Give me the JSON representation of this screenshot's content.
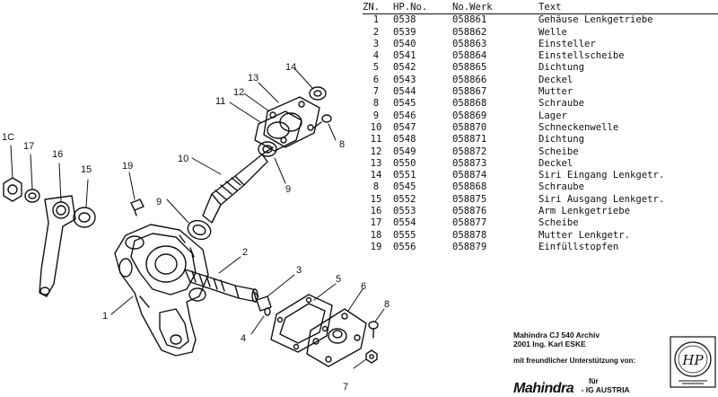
{
  "table": {
    "headers": {
      "zn": "ZN.",
      "hp": "HP.No.",
      "werk": "No.Werk",
      "text": "Text"
    },
    "rows": [
      {
        "zn": "1",
        "hp": "0538",
        "werk": "058861",
        "text": "Gehäuse Lenkgetriebe"
      },
      {
        "zn": "2",
        "hp": "0539",
        "werk": "058862",
        "text": "Welle"
      },
      {
        "zn": "3",
        "hp": "0540",
        "werk": "058863",
        "text": "Einsteller"
      },
      {
        "zn": "4",
        "hp": "0541",
        "werk": "058864",
        "text": "Einstellscheibe"
      },
      {
        "zn": "5",
        "hp": "0542",
        "werk": "058865",
        "text": "Dichtung"
      },
      {
        "zn": "6",
        "hp": "0543",
        "werk": "058866",
        "text": "Deckel"
      },
      {
        "zn": "7",
        "hp": "0544",
        "werk": "058867",
        "text": "Mutter"
      },
      {
        "zn": "8",
        "hp": "0545",
        "werk": "058868",
        "text": "Schraube"
      },
      {
        "zn": "9",
        "hp": "0546",
        "werk": "058869",
        "text": "Lager"
      },
      {
        "zn": "10",
        "hp": "0547",
        "werk": "058870",
        "text": "Schneckenwelle"
      },
      {
        "zn": "11",
        "hp": "0548",
        "werk": "058871",
        "text": "Dichtung"
      },
      {
        "zn": "12",
        "hp": "0549",
        "werk": "058872",
        "text": "Scheibe"
      },
      {
        "zn": "13",
        "hp": "0550",
        "werk": "058873",
        "text": "Deckel"
      },
      {
        "zn": "14",
        "hp": "0551",
        "werk": "058874",
        "text": "Siri Eingang Lenkgetr."
      },
      {
        "zn": "8",
        "hp": "0545",
        "werk": "058868",
        "text": "Schraube"
      },
      {
        "zn": "15",
        "hp": "0552",
        "werk": "058875",
        "text": "Siri Ausgang Lenkgetr."
      },
      {
        "zn": "16",
        "hp": "0553",
        "werk": "058876",
        "text": "Arm Lenkgetriebe"
      },
      {
        "zn": "17",
        "hp": "0554",
        "werk": "058877",
        "text": "Scheibe"
      },
      {
        "zn": "18",
        "hp": "0555",
        "werk": "058878",
        "text": "Mutter Lenkgetr."
      },
      {
        "zn": "19",
        "hp": "0556",
        "werk": "058879",
        "text": "Einfüllstopfen"
      }
    ]
  },
  "callouts": [
    "1",
    "2",
    "3",
    "4",
    "5",
    "6",
    "7",
    "8",
    "8",
    "9",
    "9",
    "10",
    "11",
    "12",
    "13",
    "14",
    "15",
    "16",
    "17",
    "1C",
    "19"
  ],
  "credits": {
    "line1": "Mahindra CJ 540 Archiv",
    "line2": "2001 Ing. Karl ESKE",
    "support": "mit freundlicher Unterstützung von:",
    "fuer": "für",
    "brand": "Mahindra",
    "club": "- IG AUSTRIA"
  },
  "seal": {
    "monogram": "HP"
  },
  "colors": {
    "ink": "#111111",
    "paper": "#ffffff"
  }
}
